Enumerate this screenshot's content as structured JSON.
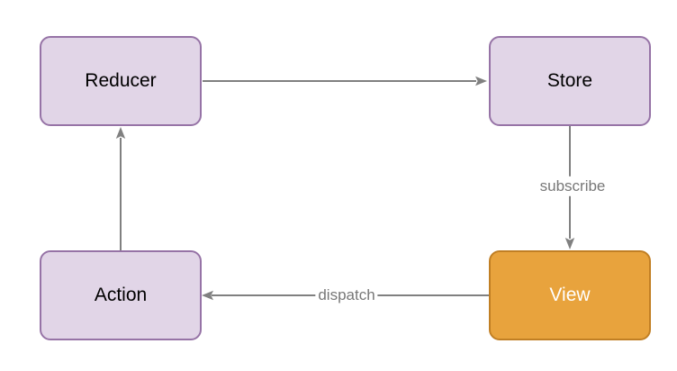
{
  "diagram": {
    "type": "flow-diagram",
    "nodes": [
      {
        "id": "reducer",
        "label": "Reducer",
        "shape": "rounded-rectangle",
        "fill": "#E1D5E7",
        "stroke": "#9673A6",
        "text_color": "#000000"
      },
      {
        "id": "store",
        "label": "Store",
        "shape": "rounded-rectangle",
        "fill": "#E1D5E7",
        "stroke": "#9673A6",
        "text_color": "#000000"
      },
      {
        "id": "action",
        "label": "Action",
        "shape": "rounded-rectangle",
        "fill": "#E1D5E7",
        "stroke": "#9673A6",
        "text_color": "#000000"
      },
      {
        "id": "view",
        "label": "View",
        "shape": "rounded-rectangle",
        "fill": "#E8A33D",
        "stroke": "#C17F24",
        "text_color": "#FFFFFF"
      }
    ],
    "edges": [
      {
        "from": "reducer",
        "to": "store",
        "label": ""
      },
      {
        "from": "store",
        "to": "view",
        "label": "subscribe"
      },
      {
        "from": "view",
        "to": "action",
        "label": "dispatch"
      },
      {
        "from": "action",
        "to": "reducer",
        "label": ""
      }
    ]
  },
  "colors": {
    "background": "#FFFFFF",
    "node_fill_purple": "#E1D5E7",
    "node_stroke_purple": "#9673A6",
    "node_fill_orange": "#E8A33D",
    "node_stroke_orange": "#C17F24",
    "arrow": "#808080",
    "node_text": "#000000",
    "view_text": "#FFFFFF",
    "edge_label_text": "#777777"
  }
}
